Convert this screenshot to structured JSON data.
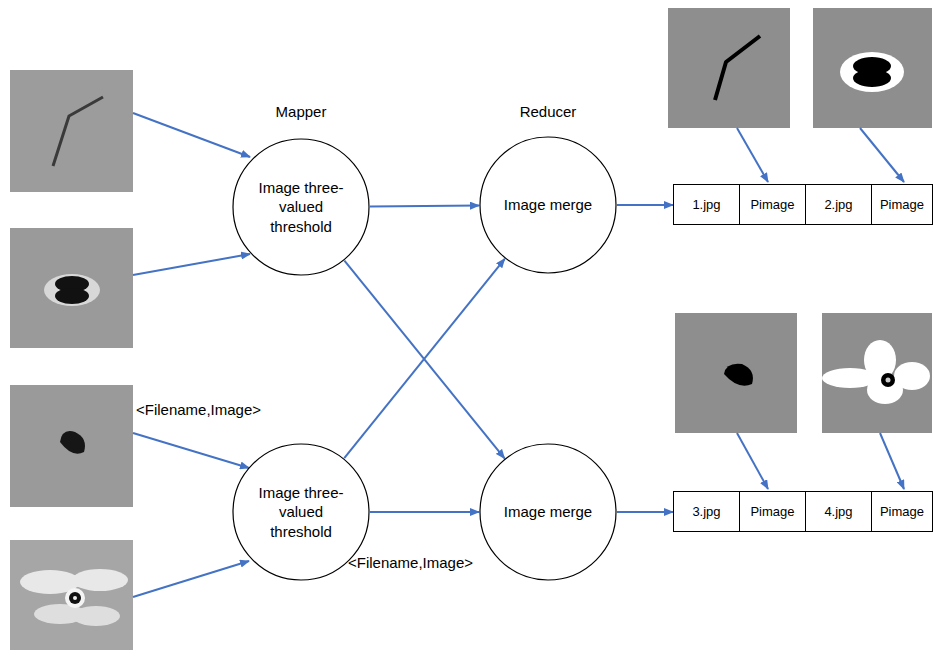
{
  "diagram": {
    "nodes": [
      {
        "text": [
          "Image three-valued threshold"
        ]
      },
      {
        "text": [
          "Image merge"
        ]
      },
      {
        "text": [
          "1.jpg"
        ]
      },
      {
        "text": [
          "Pimage"
        ]
      },
      {
        "text": [
          "2.jpg"
        ]
      },
      {
        "text": [
          "Pimage"
        ]
      },
      {
        "text": [
          "Image three-valued threshold"
        ]
      },
      {
        "text": [
          "Image merge"
        ]
      },
      {
        "text": [
          "3.jpg"
        ]
      },
      {
        "text": [
          "Pimage"
        ]
      },
      {
        "text": [
          "4.jpg"
        ]
      },
      {
        "text": [
          "Pimage"
        ]
      }
    ],
    "edges": [
      {
        "from": 0,
        "to": 1,
        "arrow": "to"
      },
      {
        "from": 0,
        "to": 7,
        "arrow": "to"
      },
      {
        "from": 6,
        "to": 1,
        "arrow": "to"
      },
      {
        "from": 6,
        "to": 7,
        "arrow": "to"
      },
      {
        "from": 1,
        "to": 2,
        "arrow": "to"
      },
      {
        "from": 7,
        "to": 8,
        "arrow": "to"
      }
    ],
    "labels": [
      "Mapper",
      "Reducer",
      "<Filename,Image>",
      "<Filename,Image>"
    ]
  }
}
